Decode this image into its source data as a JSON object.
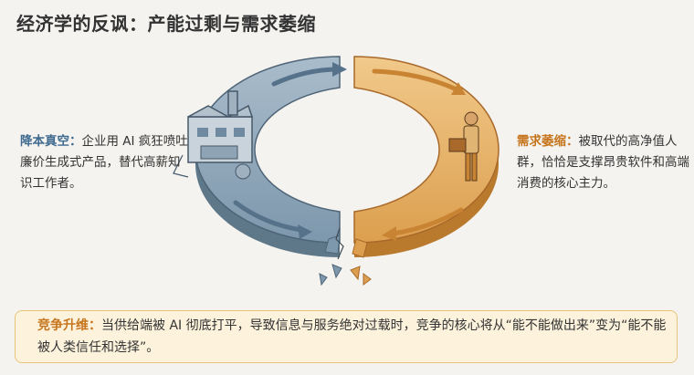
{
  "title": "经济学的反讽：产能过剩与需求萎缩",
  "left": {
    "head": "降本真空：",
    "body": "企业用 AI 疯狂喷吐廉价生成式产品，替代高薪知识工作者。"
  },
  "right": {
    "head": "需求萎缩：",
    "body": "被取代的高净值人群，恰恰是支撑昂贵软件和高端消费的核心主力。"
  },
  "bottom": {
    "head": "竞争升维：",
    "body": "当供给端被 AI 彻底打平，导致信息与服务绝对过载时，竞争的核心将从“能不能做出来”变为“能不能被人类信任和选择”。"
  },
  "colors": {
    "blue_ring": "#8fa8bc",
    "orange_ring": "#e6b068",
    "blue_text": "#3f6a8f",
    "orange_text": "#c7751d"
  },
  "icons": [
    "factory-icon",
    "businessman-icon"
  ]
}
